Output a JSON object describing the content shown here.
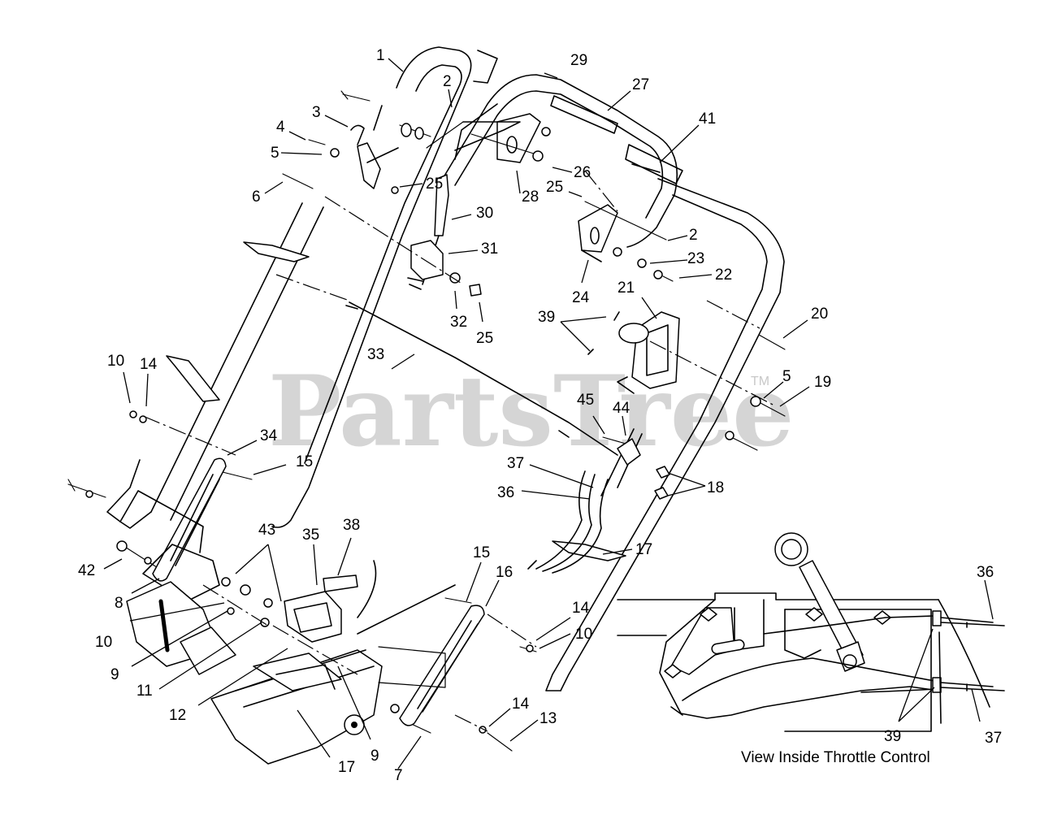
{
  "watermark": {
    "brand": "PartsTree",
    "trademark": "TM"
  },
  "inset": {
    "caption": "View Inside Throttle Control"
  },
  "callouts": {
    "c1": "1",
    "c2a": "2",
    "c2b": "2",
    "c3": "3",
    "c4": "4",
    "c5a": "5",
    "c5b": "5",
    "c6": "6",
    "c7": "7",
    "c8": "8",
    "c9a": "9",
    "c9b": "9",
    "c10a": "10",
    "c10b": "10",
    "c10c": "10",
    "c11": "11",
    "c12": "12",
    "c13": "13",
    "c14a": "14",
    "c14b": "14",
    "c14c": "14",
    "c15a": "15",
    "c15b": "15",
    "c16": "16",
    "c17a": "17",
    "c17b": "17",
    "c18": "18",
    "c19": "19",
    "c20": "20",
    "c21": "21",
    "c22": "22",
    "c23": "23",
    "c24": "24",
    "c25a": "25",
    "c25b": "25",
    "c25c": "25",
    "c26": "26",
    "c27": "27",
    "c28": "28",
    "c29": "29",
    "c30": "30",
    "c31": "31",
    "c32": "32",
    "c33": "33",
    "c34": "34",
    "c35": "35",
    "c36a": "36",
    "c36b": "36",
    "c37a": "37",
    "c37b": "37",
    "c38": "38",
    "c39a": "39",
    "c39b": "39",
    "c41": "41",
    "c42": "42",
    "c43": "43",
    "c44": "44",
    "c45": "45"
  }
}
